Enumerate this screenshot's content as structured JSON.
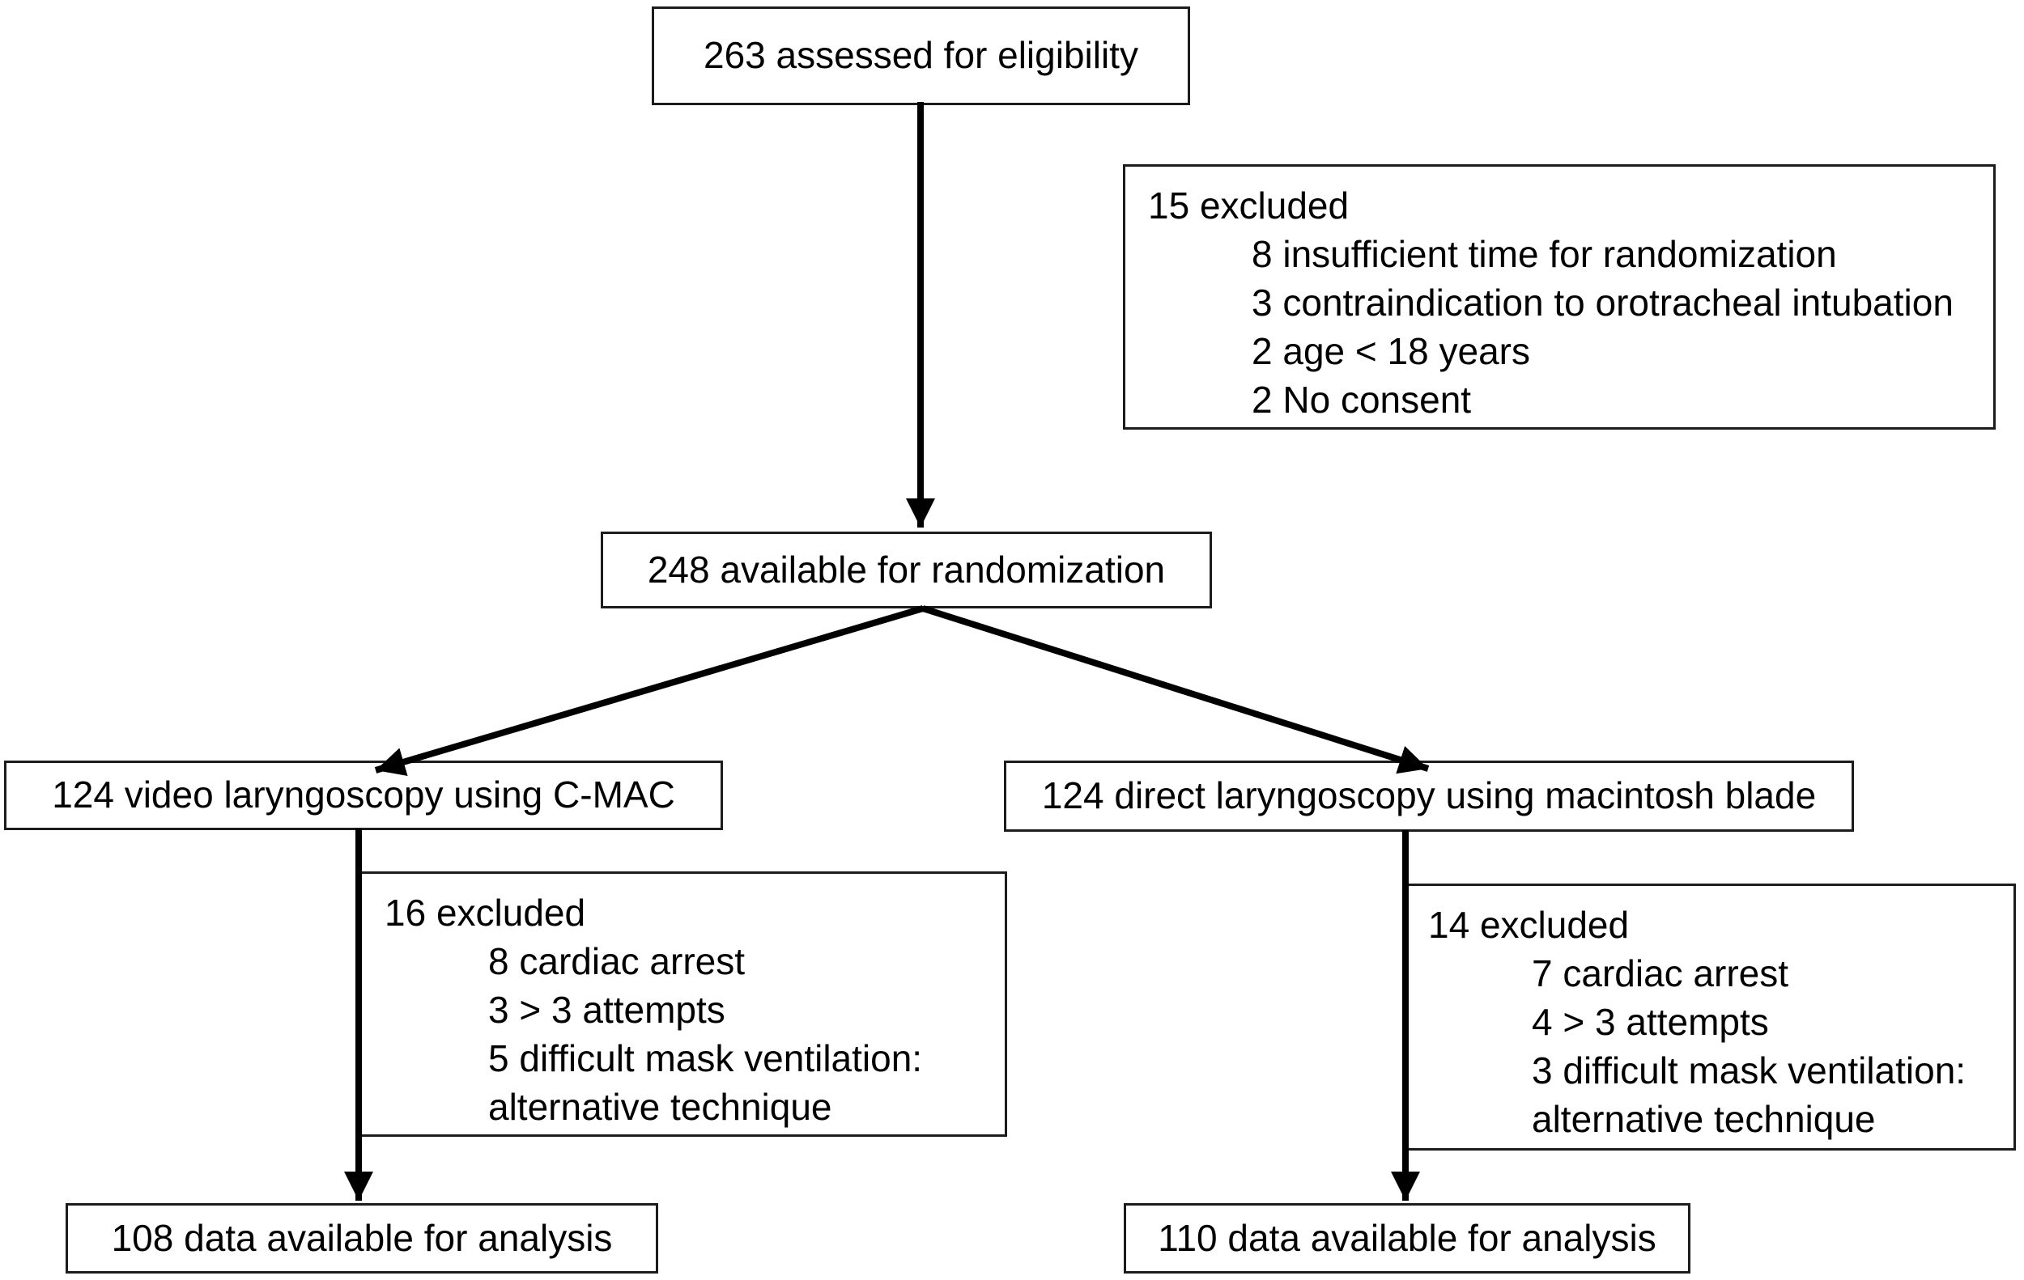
{
  "figure": {
    "background_color": "#ffffff",
    "line_color": "#000000",
    "border_color": "#1c1c1c",
    "text_color": "#000000"
  },
  "boxes": {
    "eligibility": {
      "label": "263 assessed for eligibility"
    },
    "excluded_top": {
      "title": "15 excluded",
      "items": [
        "8 insufficient time for randomization",
        "3 contraindication to orotracheal intubation",
        "2 age < 18 years",
        "2 No consent"
      ]
    },
    "randomization": {
      "label": "248 available for randomization"
    },
    "video_laryngoscopy": {
      "label": "124 video laryngoscopy using C-MAC"
    },
    "direct_laryngoscopy": {
      "label": "124 direct laryngoscopy using macintosh blade"
    },
    "excluded_video": {
      "title": "16 excluded",
      "items": [
        "8 cardiac arrest",
        "3 > 3 attempts",
        "5 difficult mask ventilation:",
        "alternative technique"
      ]
    },
    "excluded_direct": {
      "title": "14 excluded",
      "items": [
        "7 cardiac arrest",
        "4 > 3 attempts",
        "3 difficult mask ventilation:",
        "alternative technique"
      ]
    },
    "analysis_video": {
      "label": "108 data available for analysis"
    },
    "analysis_direct": {
      "label": "110 data available for analysis"
    }
  }
}
